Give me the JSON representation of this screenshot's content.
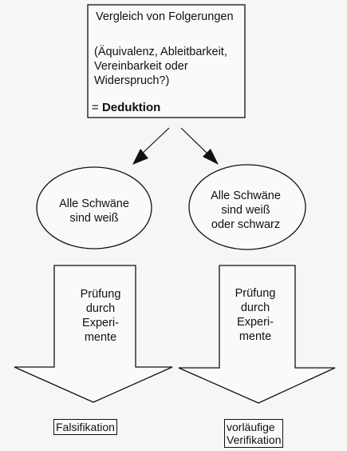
{
  "top_box": {
    "title": "Vergleich von Folgerungen",
    "lines": [
      "(Äquivalenz, Ableitbarkeit,",
      "Vereinbarkeit oder",
      "Widerspruch?)"
    ],
    "result_prefix": "= ",
    "result": "Deduktion"
  },
  "hypotheses": [
    {
      "lines": [
        "Alle Schwäne",
        "sind weiß"
      ]
    },
    {
      "lines": [
        "Alle Schwäne",
        "sind weiß",
        "oder schwarz"
      ]
    }
  ],
  "tests": [
    {
      "lines": [
        "Prüfung",
        "durch",
        "Experi-",
        "mente"
      ]
    },
    {
      "lines": [
        "Prüfung",
        "durch",
        "Experi-",
        "mente"
      ]
    }
  ],
  "outcomes": [
    {
      "lines": [
        "Falsifikation"
      ]
    },
    {
      "lines": [
        "vorläufige",
        "Verifikation"
      ]
    }
  ]
}
